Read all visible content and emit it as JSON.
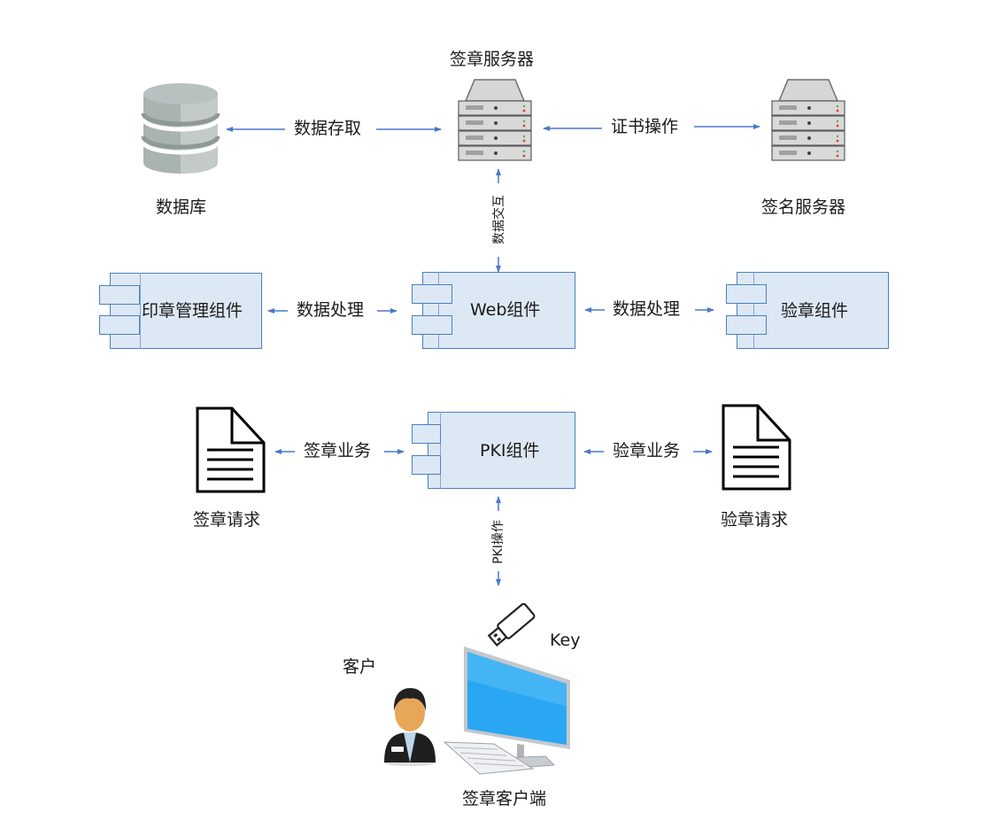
{
  "colors": {
    "arrow": "#4a78c8",
    "component_fill": "#dde8f5",
    "component_border": "#4a7fbf"
  },
  "nodes": {
    "database": {
      "label": "数据库",
      "icon": "database-icon"
    },
    "seal_server": {
      "label": "签章服务器",
      "icon": "server-icon"
    },
    "sign_server": {
      "label": "签名服务器",
      "icon": "server-icon"
    },
    "seal_mgmt": {
      "label": "印章管理组件",
      "icon": "component-icon"
    },
    "web": {
      "label": "Web组件",
      "icon": "component-icon"
    },
    "verify": {
      "label": "验章组件",
      "icon": "component-icon"
    },
    "pki": {
      "label": "PKI组件",
      "icon": "component-icon"
    },
    "seal_request": {
      "label": "签章请求",
      "icon": "document-icon"
    },
    "verify_request": {
      "label": "验章请求",
      "icon": "document-icon"
    },
    "key": {
      "label": "Key",
      "icon": "usb-key-icon"
    },
    "customer": {
      "label": "客户",
      "icon": "user-icon"
    },
    "client": {
      "label": "签章客户端",
      "icon": "computer-icon"
    }
  },
  "edges": {
    "db_server": "数据存取",
    "server_sign": "证书操作",
    "server_web": "数据交互",
    "mgmt_web": "数据处理",
    "web_verify": "数据处理",
    "req_pki": "签章业务",
    "pki_vreq": "验章业务",
    "pki_client": "PKI操作"
  }
}
